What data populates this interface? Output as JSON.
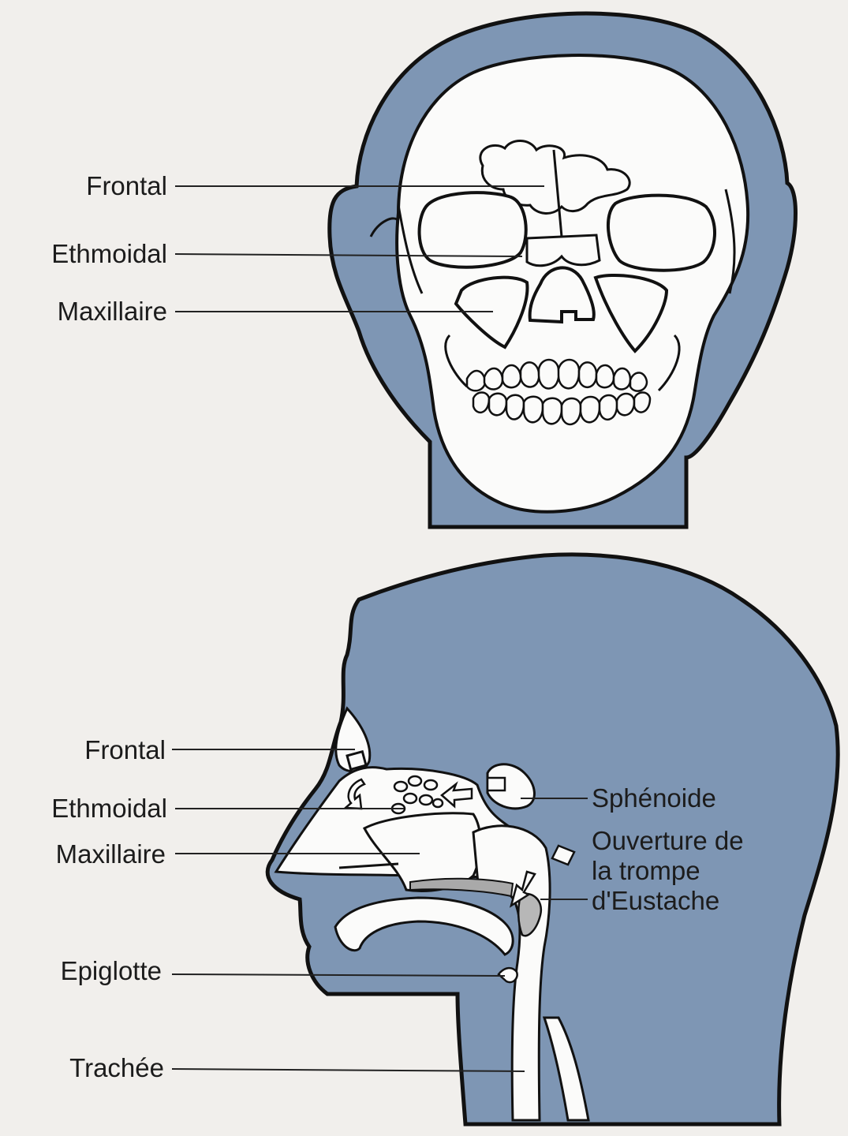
{
  "front_view": {
    "labels": {
      "frontal": "Frontal",
      "ethmoidal": "Ethmoidal",
      "maxillaire": "Maxillaire"
    }
  },
  "side_view": {
    "labels": {
      "frontal": "Frontal",
      "ethmoidal": "Ethmoidal",
      "maxillaire": "Maxillaire",
      "epiglotte": "Epiglotte",
      "trachee": "Trachée",
      "sphenoide": "Sphénoide",
      "eustache_line1": "Ouverture de",
      "eustache_line2": "la trompe",
      "eustache_line3": "d'Eustache"
    }
  },
  "colors": {
    "tissue": "#7e96b4",
    "bone": "#fbfbfa",
    "outline": "#111111",
    "background": "#f1efec"
  }
}
